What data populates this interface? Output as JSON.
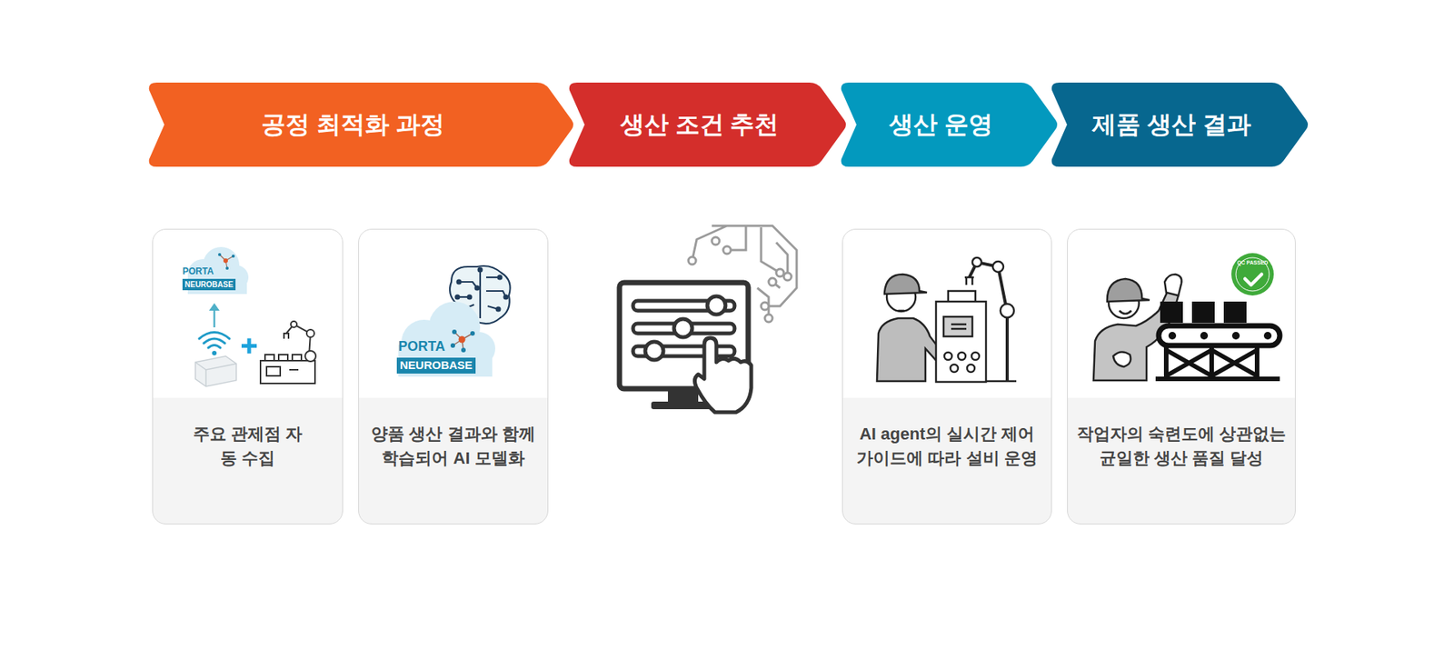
{
  "diagram": {
    "nodes": [
      {
        "text": [
          "공정 최적화 과정"
        ]
      },
      {
        "text": [
          "생산 조건 추천"
        ]
      },
      {
        "text": [
          "생산 운영"
        ]
      },
      {
        "text": [
          "제품 생산 결과"
        ]
      },
      {
        "text": [
          "주요 관제점 자동 수집"
        ]
      },
      {
        "text": [
          "양품 생산 결과와 함께 학습되어 AI 모델화"
        ]
      },
      {
        "text": [
          "AI agent의 실시간 제어 가이드에 따라 설비 운영"
        ]
      },
      {
        "text": [
          "작업자의 숙련도에 상관없는 균일한 생산 품질 달성"
        ]
      }
    ],
    "labels": [
      "PORTA",
      "NEUROBASE",
      "PORTA",
      "NEUROBASE",
      "QC PASSED"
    ]
  }
}
